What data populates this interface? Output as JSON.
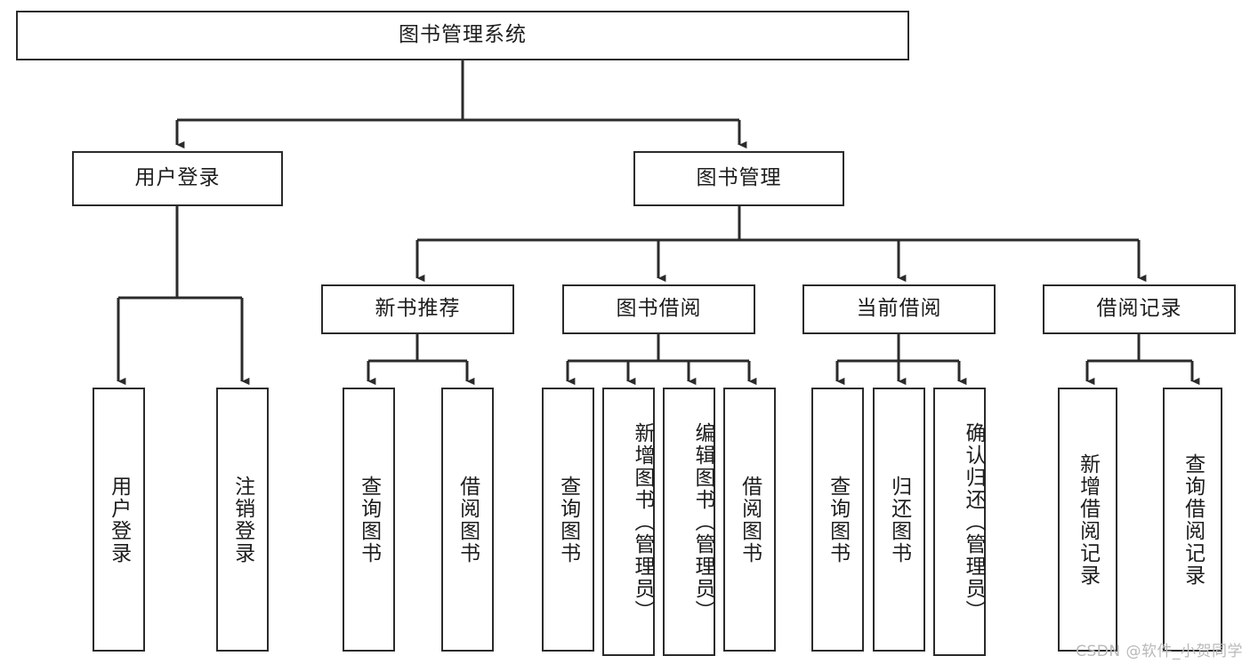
{
  "diagram": {
    "title": "图书管理系统",
    "type": "tree-hierarchy",
    "root": {
      "label": "图书管理系统"
    },
    "level2": [
      {
        "label": "用户登录"
      },
      {
        "label": "图书管理"
      }
    ],
    "level3": [
      {
        "label": "新书推荐"
      },
      {
        "label": "图书借阅"
      },
      {
        "label": "当前借阅"
      },
      {
        "label": "借阅记录"
      }
    ],
    "leaves": {
      "user_login": [
        {
          "label": "用户登录"
        },
        {
          "label": "注销登录"
        }
      ],
      "new_book_recommend": [
        {
          "label": "查询图书"
        },
        {
          "label": "借阅图书"
        }
      ],
      "book_borrow": [
        {
          "label": "查询图书"
        },
        {
          "label": "新增图书（管理员）"
        },
        {
          "label": "编辑图书（管理员）"
        },
        {
          "label": "借阅图书"
        }
      ],
      "current_borrow": [
        {
          "label": "查询图书"
        },
        {
          "label": "归还图书"
        },
        {
          "label": "确认归还（管理员）"
        }
      ],
      "borrow_record": [
        {
          "label": "新增借阅记录"
        },
        {
          "label": "查询借阅记录"
        }
      ]
    }
  },
  "watermark": {
    "text": "CSDN @软件_小贺同学"
  },
  "colors": {
    "border": "#2b2b2b",
    "text": "#1d1d1d",
    "background": "#ffffff",
    "watermark": "#b9b9b9"
  }
}
